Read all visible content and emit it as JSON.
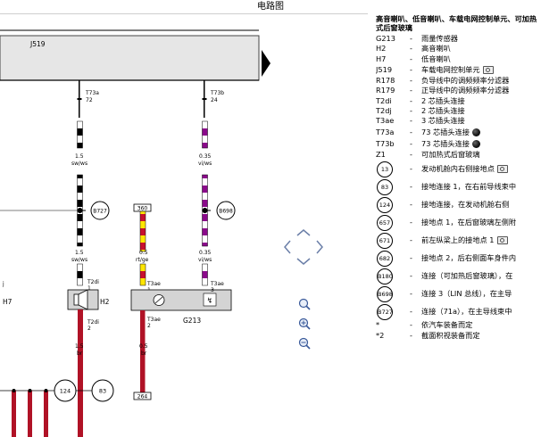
{
  "page": {
    "title": "电路图"
  },
  "diagram": {
    "module_label": "J519",
    "connector_labels": {
      "t73a_top": "T73a",
      "t73a_pin": "72",
      "t73b_top": "T73b",
      "t73b_pin": "24",
      "t2di_a": "T2di",
      "t2di_a_pin": "1",
      "t2di_b": "T2di",
      "t2di_b_pin": "2",
      "t3ae_a": "T3ae",
      "t3ae_a_pin": "1",
      "t3ae_b": "T3ae",
      "t3ae_b_pin": "2",
      "t3ae_c": "T3ae",
      "t3ae_c_pin": "3",
      "t3ae_left_letter": "j",
      "t3ae_right_partial": "H7"
    },
    "wire_labels": {
      "w1_size": "1.5",
      "w1_color": "sw/ws",
      "w2_size": "0.35",
      "w2_color": "vi/ws",
      "w3_size": "1.5",
      "w3_color": "sw/ws",
      "w4_size": "0.5",
      "w4_color": "rt/ge",
      "w5_size": "0.35",
      "w5_color": "vi/ws",
      "w6_size": "1.5",
      "w6_color": "br",
      "w7_size": "0.5",
      "w7_color": "br"
    },
    "junctions": {
      "b727": "B727",
      "b698": "B698",
      "g124": "124",
      "g83": "83"
    },
    "boxes": {
      "ref_360": "360",
      "ref_264": "264"
    },
    "components": {
      "h2": "H2",
      "g213": "G213",
      "h7_partial": "H7"
    }
  },
  "legend": {
    "title": "高音喇叭、低音喇叭、车载电网控制单元、可加热式后窗玻璃",
    "items": [
      {
        "code": "G213",
        "dash": "-",
        "desc": "雨量传感器"
      },
      {
        "code": "H2",
        "dash": "-",
        "desc": "高音喇叭"
      },
      {
        "code": "H7",
        "dash": "-",
        "desc": "低音喇叭"
      },
      {
        "code": "J519",
        "dash": "-",
        "desc": "车载电网控制单元",
        "icon": "camera-icon"
      },
      {
        "code": "R178",
        "dash": "-",
        "desc": "负导线中的调频频率分滤器"
      },
      {
        "code": "R179",
        "dash": "-",
        "desc": "正导线中的调频频率分滤器"
      },
      {
        "code": "T2di",
        "dash": "-",
        "desc": "2 芯插头连接"
      },
      {
        "code": "T2dj",
        "dash": "-",
        "desc": "2 芯插头连接"
      },
      {
        "code": "T3ae",
        "dash": "-",
        "desc": "3 芯插头连接"
      },
      {
        "code": "T73a",
        "dash": "-",
        "desc": "73 芯插头连接",
        "icon": "connector-icon"
      },
      {
        "code": "T73b",
        "dash": "-",
        "desc": "73 芯插头连接",
        "icon": "connector-icon"
      },
      {
        "code": "Z1",
        "dash": "-",
        "desc": "可加热式后窗玻璃"
      }
    ],
    "circle_items": [
      {
        "code": "13",
        "dash": "-",
        "desc": "发动机舱内右侧接地点",
        "icon": "camera-icon"
      },
      {
        "code": "83",
        "dash": "-",
        "desc": "接地连接 1，在右前导线束中"
      },
      {
        "code": "124",
        "dash": "-",
        "desc": "接地连接，在发动机舱右侧"
      },
      {
        "code": "657",
        "dash": "-",
        "desc": "接地点 1，在后窗玻璃左侧附"
      },
      {
        "code": "671",
        "dash": "-",
        "desc": "前左纵梁上的接地点 1",
        "icon": "camera-icon"
      },
      {
        "code": "682",
        "dash": "-",
        "desc": "接地点 2，后右侧面车身件内"
      },
      {
        "code": "B180",
        "dash": "-",
        "desc": "连接（可加热后窗玻璃），在"
      },
      {
        "code": "B698",
        "dash": "-",
        "desc": "连接 3（LIN 总线），在主导"
      },
      {
        "code": "B727",
        "dash": "-",
        "desc": "连接（71a），在主导线束中"
      }
    ],
    "notes": [
      {
        "code": "*",
        "dash": "-",
        "desc": "依汽车装备而定"
      },
      {
        "code": "*2",
        "dash": "-",
        "desc": "截面积视装备而定"
      }
    ]
  },
  "colors": {
    "wire_black": "#000000",
    "wire_white": "#ffffff",
    "wire_violet": "#8a0a8a",
    "wire_red": "#c8102e",
    "wire_yellow": "#ffe600",
    "wire_brown": "#b01226",
    "module_fill": "#e6e6e6",
    "component_fill": "#d4d4d4"
  }
}
